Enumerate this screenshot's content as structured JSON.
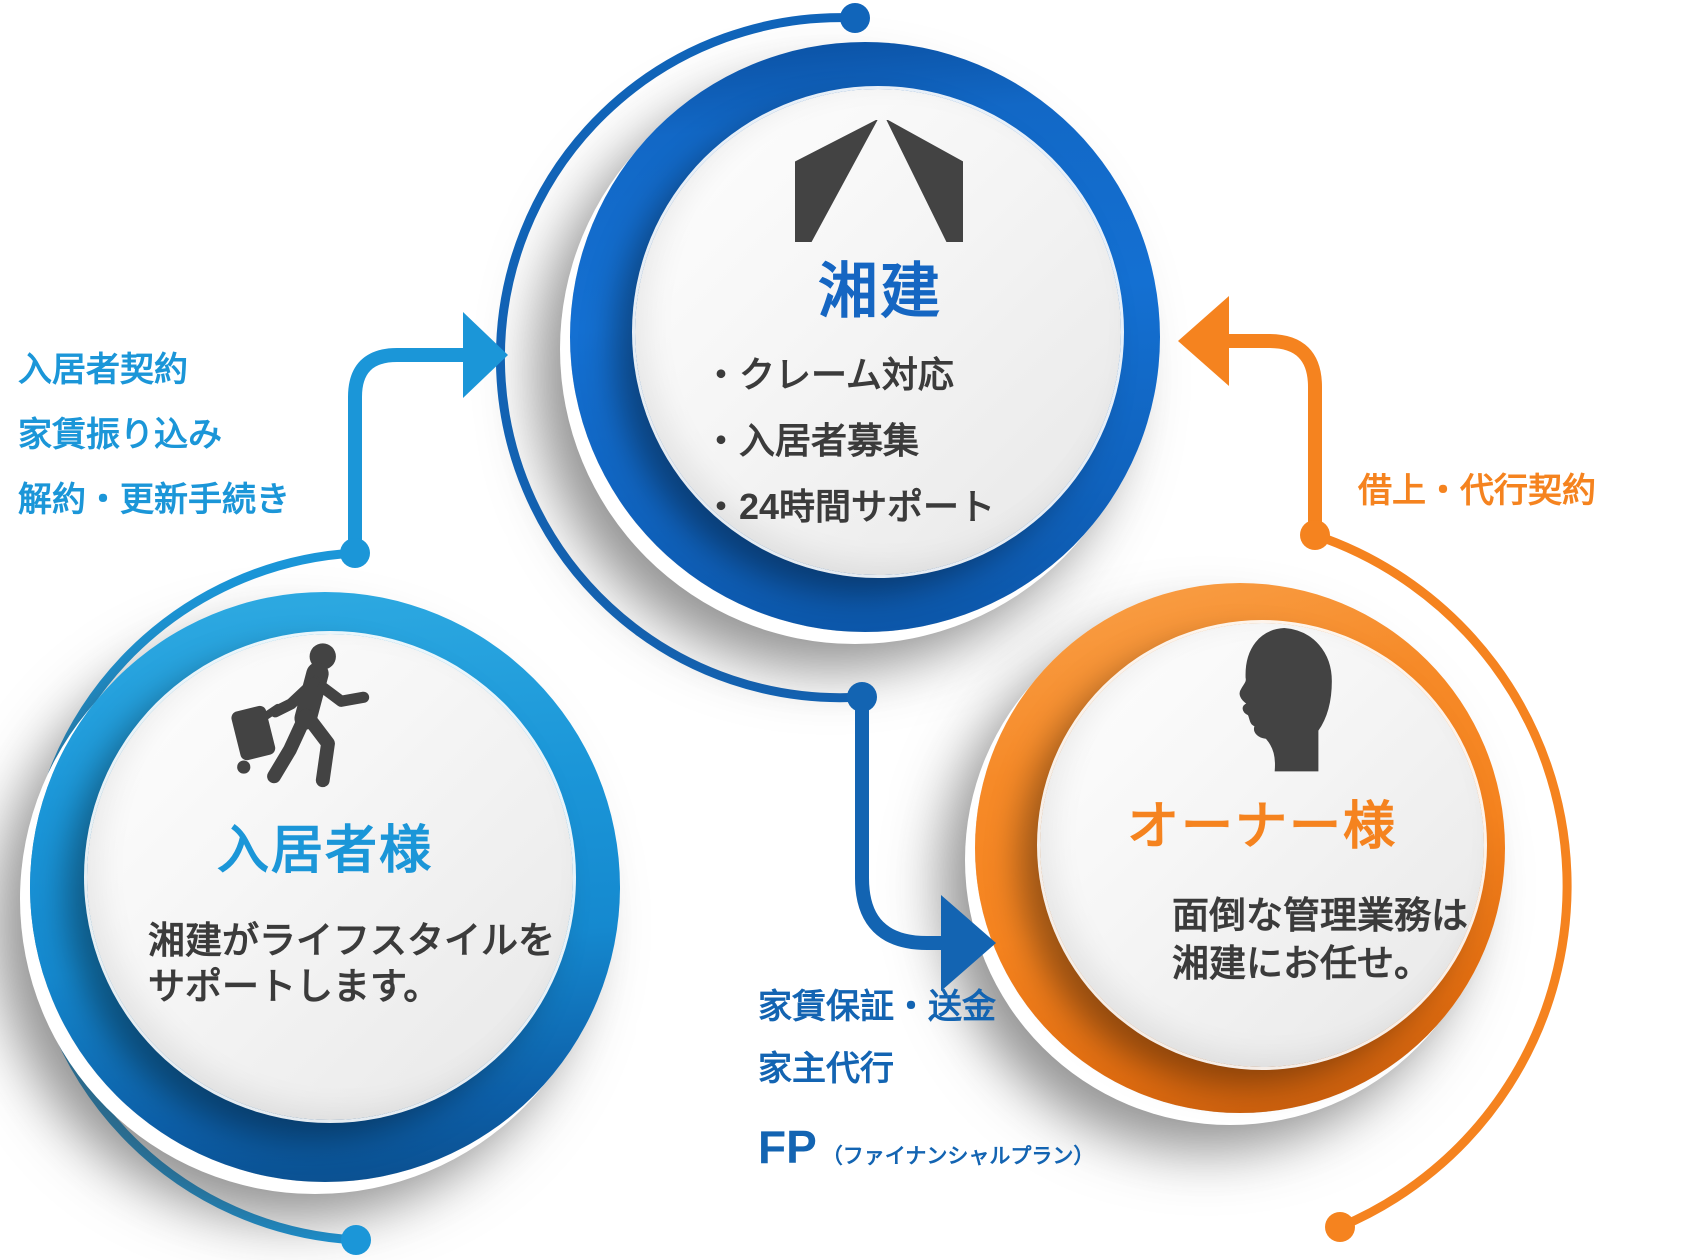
{
  "colors": {
    "shoken_blue": "#1368c8",
    "tenant_blue": "#1b96d8",
    "owner_orange": "#f5831f",
    "deep_blue": "#1364b2",
    "text_dark": "#3b3b3b"
  },
  "icons": {
    "shoken": "roof-logo-icon",
    "tenant": "walking-traveler-icon",
    "owner": "head-silhouette-icon"
  },
  "nodes": {
    "shoken": {
      "title": "湘建",
      "items": [
        "・クレーム対応",
        "・入居者募集",
        "・24時間サポート"
      ]
    },
    "tenant": {
      "title": "入居者様",
      "desc_line1": "湘建がライフスタイルを",
      "desc_line2": "サポートします。"
    },
    "owner": {
      "title": "オーナー様",
      "desc_line1": "面倒な管理業務は",
      "desc_line2": "湘建にお任せ。"
    }
  },
  "labels": {
    "tenant_to_shoken": {
      "line1": "入居者契約",
      "line2": "家賃振り込み",
      "line3": "解約・更新手続き"
    },
    "owner_to_shoken": {
      "label": "借上・代行契約"
    },
    "shoken_to_owner": {
      "line1": "家賃保証・送金",
      "line2": "家主代行",
      "fp": "FP",
      "fp_note": "（ファイナンシャルプラン）"
    }
  }
}
